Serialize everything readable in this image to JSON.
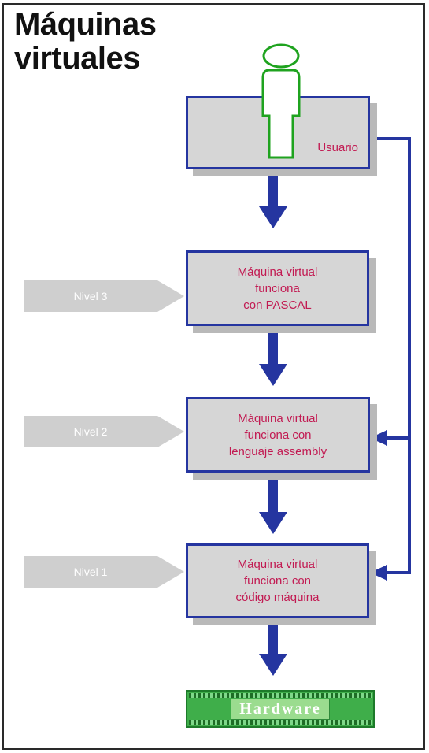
{
  "title": {
    "line1": "Máquinas",
    "line2": "virtuales"
  },
  "user_box": {
    "label": "Usuario",
    "icon": "person-icon"
  },
  "machines": [
    {
      "lines": [
        "Máquina virtual",
        "funciona",
        "con PASCAL"
      ]
    },
    {
      "lines": [
        "Máquina virtual",
        "funciona con",
        "lenguaje assembly"
      ]
    },
    {
      "lines": [
        "Máquina virtual",
        "funciona con",
        "código máquina"
      ]
    }
  ],
  "levels": [
    "Nivel 3",
    "Nivel 2",
    "Nivel 1"
  ],
  "hardware": {
    "label": "Hardware"
  },
  "colors": {
    "box_border": "#2535a0",
    "box_fill": "#d6d6d6",
    "box_text": "#c21a52",
    "person_outline": "#1fa31f",
    "hardware_fill": "#3fae4a",
    "level_fill": "#cfcfcf"
  }
}
